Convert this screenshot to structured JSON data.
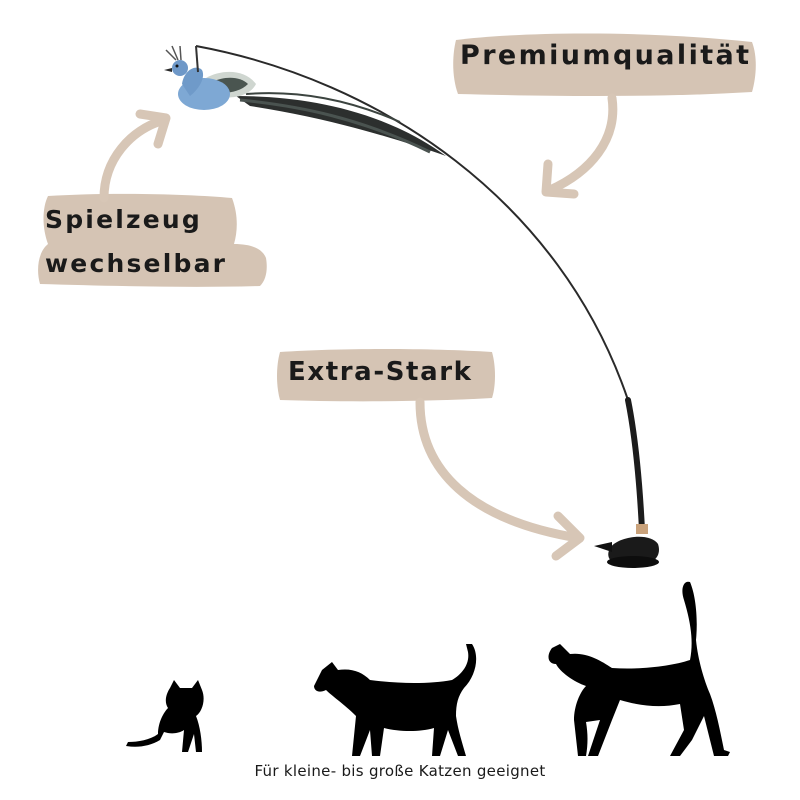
{
  "colors": {
    "label_background": "#d5c4b4",
    "arrow": "#d7c6b6",
    "silhouette": "#000000",
    "bird_body": "#7ea8d4"
  },
  "labels": {
    "premium": "Premiumqualität",
    "toy_line1": "Spielzeug",
    "toy_line2": "wechselbar",
    "extra": "Extra-Stark"
  },
  "caption": "Für kleine- bis große Katzen geeignet",
  "icons": [
    "feather-bird-icon",
    "suction-cup-icon",
    "kitten-silhouette-icon",
    "cat-silhouette-icon",
    "large-cat-silhouette-icon"
  ]
}
